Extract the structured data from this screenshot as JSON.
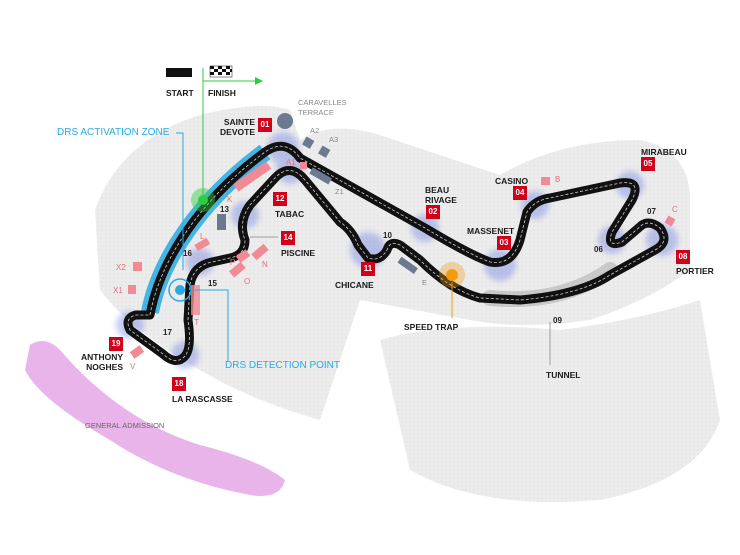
{
  "start_finish": {
    "start": "START",
    "finish": "FINISH"
  },
  "caravelles": "CARAVELLES TERRACE",
  "drs_activation": "DRS ACTIVATION ZONE",
  "drs_detection": "DRS DETECTION POINT",
  "speed_trap": "SPEED TRAP",
  "tunnel": "TUNNEL",
  "general_admission": "GENERAL ADMISSION",
  "corners": {
    "c01": {
      "num": "01",
      "name1": "SAINTE",
      "name2": "DEVOTE"
    },
    "c02": {
      "num": "02",
      "name1": "BEAU",
      "name2": "RIVAGE"
    },
    "c03": {
      "num": "03",
      "name": "MASSENET"
    },
    "c04": {
      "num": "04",
      "name": "CASINO"
    },
    "c05": {
      "num": "05",
      "name": "MIRABEAU"
    },
    "c06": {
      "num": "06"
    },
    "c07": {
      "num": "07"
    },
    "c08": {
      "num": "08",
      "name": "PORTIER"
    },
    "c09": {
      "num": "09"
    },
    "c10": {
      "num": "10"
    },
    "c11": {
      "num": "11",
      "name": "CHICANE"
    },
    "c12": {
      "num": "12",
      "name": "TABAC"
    },
    "c13": {
      "num": "13"
    },
    "c14": {
      "num": "14",
      "name": "PISCINE"
    },
    "c15": {
      "num": "15"
    },
    "c16": {
      "num": "16"
    },
    "c17": {
      "num": "17"
    },
    "c18": {
      "num": "18",
      "name": "LA RASCASSE"
    },
    "c19": {
      "num": "19",
      "name1": "ANTHONY",
      "name2": "NOGHES"
    }
  },
  "grandstands": {
    "A1": "A1",
    "A2": "A2",
    "A3": "A3",
    "Z1": "Z1",
    "B": "B",
    "C": "C",
    "E": "E",
    "K": "K",
    "L": "L",
    "N": "N",
    "O": "O",
    "P": "P",
    "T": "T",
    "V": "V",
    "X1": "X1",
    "X2": "X2"
  },
  "colors": {
    "track": "#111111",
    "corner_glow": "#4a5fd9",
    "drs": "#29abe2",
    "badge": "#d0021b",
    "stand": "#f08a94",
    "speed_trap": "#f39c12",
    "finish_line": "#2ecc40",
    "admission": "#e9b4ea"
  }
}
